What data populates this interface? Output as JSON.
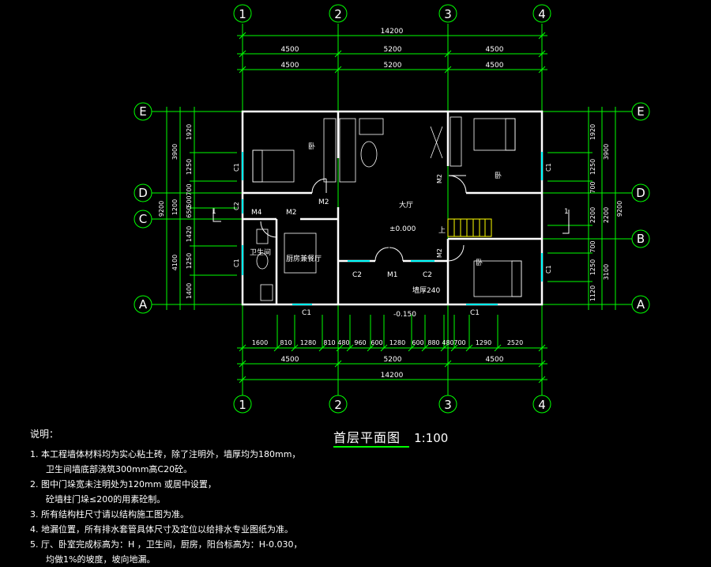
{
  "axes": {
    "cols": [
      "1",
      "2",
      "3",
      "4"
    ],
    "rows": [
      "E",
      "D",
      "C",
      "B",
      "A"
    ]
  },
  "dims": {
    "top_total": "14200",
    "top_row1": [
      "4500",
      "5200",
      "4500"
    ],
    "top_row2": [
      "4500",
      "5200",
      "4500"
    ],
    "bottom_detail": [
      "1600",
      "810",
      "1280",
      "810",
      "480",
      "960",
      "600",
      "1280",
      "600",
      "880",
      "480",
      "700",
      "1290",
      "2520"
    ],
    "bottom_row": [
      "4500",
      "5200",
      "4500"
    ],
    "bottom_total": "14200",
    "left_outer": "9200",
    "left_mid": [
      "3900",
      "1200",
      "4100"
    ],
    "left_inner": [
      "1920",
      "1250",
      "700",
      "650",
      "1420",
      "1250",
      "1400"
    ],
    "left_inner_small": "500",
    "right_outer": "9200",
    "right_mid": [
      "3900",
      "2200",
      "3100"
    ],
    "right_inner": [
      "1920",
      "1250",
      "700",
      "2200",
      "700",
      "1250",
      "1120"
    ]
  },
  "rooms": {
    "living": "大厅",
    "elevation_main": "±0.000",
    "bath": "卫生间",
    "kitchen": "厨房兼餐厅",
    "bed1": "卧",
    "bed2": "卧",
    "bed3": "卧",
    "wall_thick": "墙厚240",
    "up": "上",
    "outer_elev": "-0.150"
  },
  "labels": {
    "win_c1": "C1",
    "win_c2": "C2",
    "door_m1": "M1",
    "door_m2": "M2",
    "door_m4": "M4",
    "section": "1"
  },
  "title": {
    "main": "首层平面图",
    "scale": "1:100"
  },
  "notes": {
    "heading": "说明：",
    "items": [
      "1. 本工程墙体材料均为实心粘土砖，除了注明外，墙厚均为180mm，",
      "卫生间墙底部浇筑300mm高C20砼。",
      "2. 图中门垛宽未注明处为120mm  或居中设置，",
      "砼墙柱门垛≤200的用素砼制。",
      "3. 所有结构柱尺寸请以结构施工图为准。",
      "4. 地漏位置，所有排水套管具体尺寸及定位以给排水专业图纸为准。",
      "5. 厅、卧室完成标高为：H ，卫生间，厨房，阳台标高为：H-0.030，",
      "均做1%的坡度，坡向地漏。"
    ]
  }
}
